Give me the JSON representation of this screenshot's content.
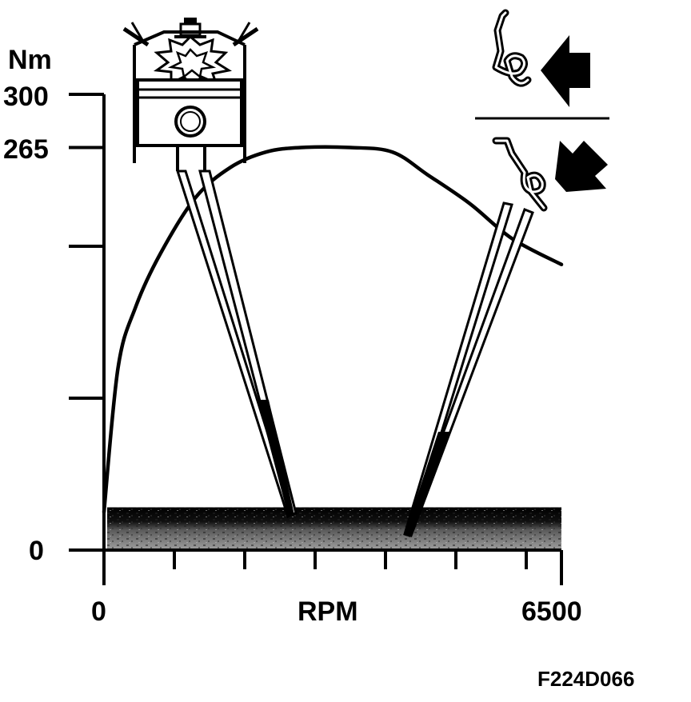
{
  "chart_data": {
    "type": "line",
    "title": "",
    "xlabel": "RPM",
    "ylabel": "Nm",
    "xlim": [
      0,
      6500
    ],
    "ylim": [
      0,
      300
    ],
    "x_tick_labels": [
      "0",
      "6500"
    ],
    "y_tick_labels": [
      "0",
      "265",
      "300"
    ],
    "x_ticks": [
      0,
      1000,
      2000,
      3000,
      4000,
      5000,
      6000,
      6500
    ],
    "y_ticks": [
      0,
      100,
      200,
      265,
      300
    ],
    "series": [
      {
        "values_xy": [
          [
            0,
            25
          ],
          [
            200,
            120
          ],
          [
            450,
            160
          ],
          [
            800,
            195
          ],
          [
            1300,
            232
          ],
          [
            1800,
            252
          ],
          [
            2300,
            262
          ],
          [
            2800,
            265
          ],
          [
            3500,
            265
          ],
          [
            4100,
            262
          ],
          [
            4600,
            247
          ],
          [
            5200,
            228
          ],
          [
            5800,
            205
          ],
          [
            6500,
            188
          ]
        ]
      }
    ],
    "band": {
      "from_x": 0,
      "to_x": 6500,
      "y_from": 0,
      "y_to": 25
    },
    "grid": false
  },
  "figure_code": "F224D066",
  "icons": {
    "piston": "piston-icon",
    "flap_open": "intake-flap-open-icon",
    "flap_closed": "intake-flap-closed-icon",
    "arrow_left": "arrow-left-icon",
    "arrow_diag": "arrow-diagonal-icon"
  },
  "colors": {
    "ink": "#000000",
    "band_dark": "#1a1a1a",
    "band_light": "#8a8a8a"
  }
}
